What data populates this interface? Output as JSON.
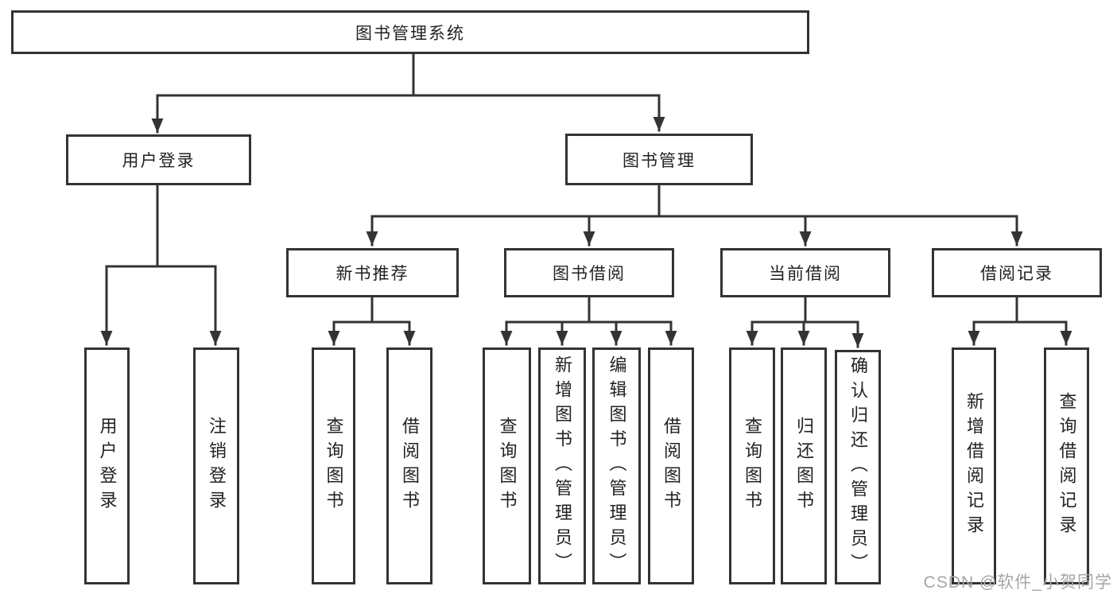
{
  "tree": {
    "root": {
      "label": "图书管理系统",
      "children": [
        {
          "label": "用户登录",
          "children": [
            {
              "label": "用户登录"
            },
            {
              "label": "注销登录"
            }
          ]
        },
        {
          "label": "图书管理",
          "children": [
            {
              "label": "新书推荐",
              "children": [
                {
                  "label": "查询图书"
                },
                {
                  "label": "借阅图书"
                }
              ]
            },
            {
              "label": "图书借阅",
              "children": [
                {
                  "label": "查询图书"
                },
                {
                  "label": "新增图书（管理员）"
                },
                {
                  "label": "编辑图书（管理员）"
                },
                {
                  "label": "借阅图书"
                }
              ]
            },
            {
              "label": "当前借阅",
              "children": [
                {
                  "label": "查询图书"
                },
                {
                  "label": "归还图书"
                },
                {
                  "label": "确认归还（管理员）"
                }
              ]
            },
            {
              "label": "借阅记录",
              "children": [
                {
                  "label": "新增借阅记录"
                },
                {
                  "label": "查询借阅记录"
                }
              ]
            }
          ]
        }
      ]
    }
  },
  "watermark": {
    "text": "CSDN @软件_小贺同学"
  },
  "colors": {
    "line": "#333333",
    "box_border": "#333333",
    "text": "#222222",
    "watermark": "#a6a6a6",
    "background": "#ffffff"
  }
}
